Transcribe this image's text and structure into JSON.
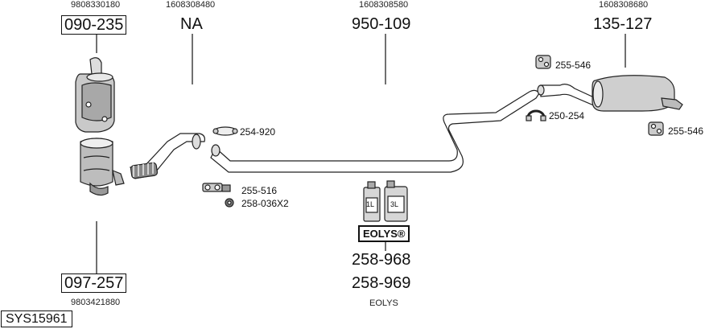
{
  "parts": [
    {
      "ref": "9808330180",
      "code": "090-235"
    },
    {
      "ref": "1608308480",
      "code": "NA"
    },
    {
      "ref": "1608308580",
      "code": "950-109"
    },
    {
      "ref": "1608308680",
      "code": "135-127"
    },
    {
      "ref": "9803421880",
      "code": "097-257"
    }
  ],
  "fittings": {
    "f1": "254-920",
    "f2": "255-516",
    "f3": "258-036X2",
    "f4": "255-546",
    "f5": "250-254",
    "f6": "255-546"
  },
  "additive": {
    "can_small": "1L",
    "can_large": "3L",
    "badge": "EOLYS®",
    "code1": "258-968",
    "code2": "258-969",
    "caption": "EOLYS"
  },
  "system_id": "SYS15961"
}
